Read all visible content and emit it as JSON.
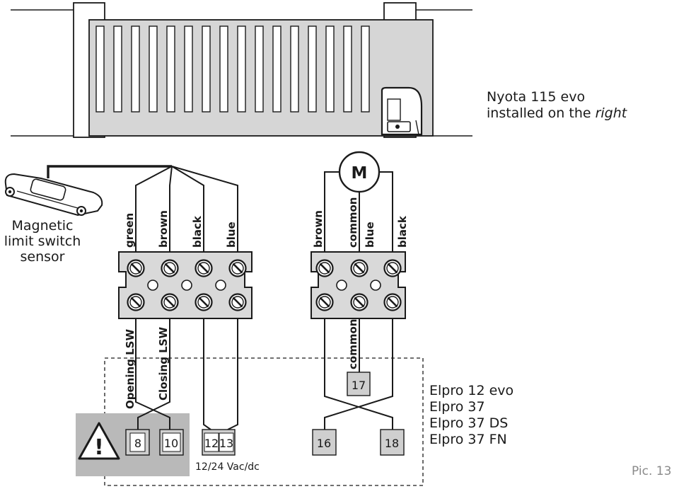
{
  "install_label": {
    "line1": "Nyota 115 evo",
    "line2_prefix": "installed on the",
    "line2_emphasis": "right"
  },
  "sensor_label": {
    "line1": "Magnetic",
    "line2": "limit switch",
    "line3": "sensor"
  },
  "motor_label": "M",
  "left_block_wires": [
    "green",
    "brown",
    "black",
    "blue"
  ],
  "right_block_wires": [
    "brown",
    "common",
    "blue",
    "black"
  ],
  "lower_wire_labels": {
    "opening": "Opening LSW",
    "closing": "Closing LSW",
    "common": "common"
  },
  "terminals": {
    "t8": "8",
    "t10": "10",
    "t12": "12",
    "t13": "13",
    "t16": "16",
    "t17": "17",
    "t18": "18"
  },
  "supply_label": "12/24 Vac/dc",
  "warning_symbol": "!",
  "boards": [
    "Elpro 12 evo",
    "Elpro 37",
    "Elpro 37 DS",
    "Elpro 37 FN"
  ],
  "figure_label": "Pic. 13",
  "colors": {
    "line": "#1a1a1a",
    "gate_fill": "#d6d6d6",
    "terminal_fill": "#cfcfcf",
    "warning_bg": "#b9b9b9",
    "figure_label": "#8a8a8a"
  }
}
